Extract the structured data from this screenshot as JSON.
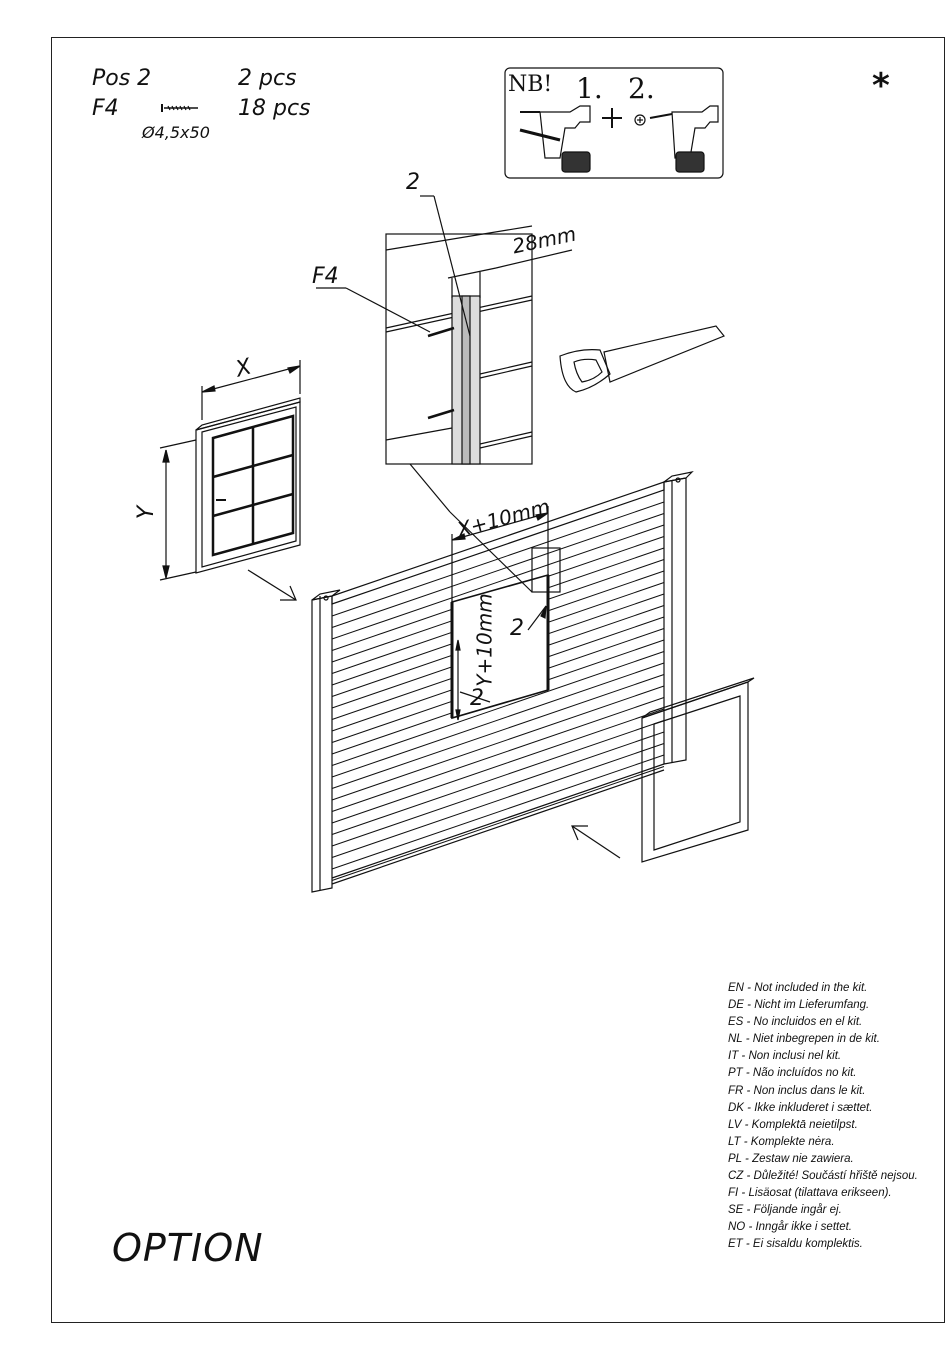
{
  "parts": [
    {
      "pos": "Pos 2",
      "qty": "2 pcs"
    },
    {
      "pos": "F4",
      "qty": "18 pcs"
    }
  ],
  "screw_dim": "Ø4,5x50",
  "nb": {
    "label": "NB!",
    "step1": "1.",
    "step2": "2."
  },
  "star": "*",
  "labels": {
    "x": "X",
    "y": "Y",
    "x10": "X+10mm",
    "y10": "Y+10mm",
    "part2": "2",
    "f4": "F4",
    "mm28": "28mm"
  },
  "not_included": [
    "EN - Not included in the kit.",
    "DE - Nicht im Lieferumfang.",
    "ES - No incluidos en el kit.",
    "NL - Niet inbegrepen in de kit.",
    "IT - Non inclusi nel kit.",
    "PT - Não incluídos no kit.",
    "FR - Non inclus dans le kit.",
    "DK - Ikke inkluderet i sættet.",
    "LV - Komplektā neietilpst.",
    "LT - Komplekte nėra.",
    "PL - Zestaw nie zawiera.",
    "CZ - Důležité! Součástí hřiště nejsou.",
    "FI - Lisäosat (tilattava erikseen).",
    "SE - Följande ingår ej.",
    "NO - Inngår ikke i settet.",
    "ET - Ei sisaldu komplektis."
  ],
  "option": "OPTION"
}
